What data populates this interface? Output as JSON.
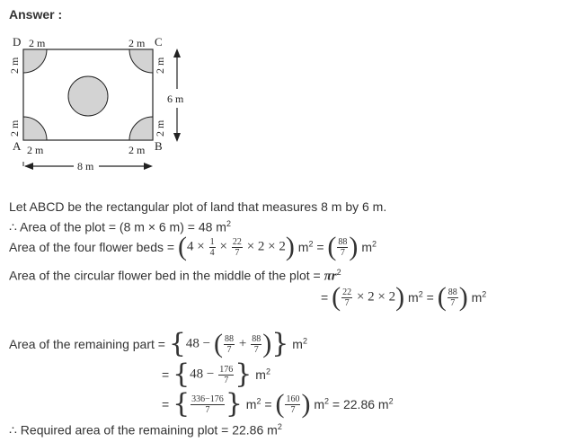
{
  "heading": "Answer :",
  "figure": {
    "labels": {
      "D": "D",
      "C": "C",
      "A": "A",
      "B": "B",
      "top_left_len": "2 m",
      "top_right_len": "2 m",
      "bottom_left_len": "2 m",
      "bottom_right_len": "2 m",
      "left_top_len": "2 m",
      "left_bottom_len": "2 m",
      "right_top_len": "2 m",
      "right_bottom_len": "2 m",
      "height": "6 m",
      "width": "8 m"
    },
    "fill_color": "#d3d3d3"
  },
  "text": {
    "line1": "Let ABCD be the rectangular plot of land that measures 8 m by 6 m.",
    "line2_prefix": "∴ Area of the plot = (8 m  × 6 m) = 48 m",
    "line3_prefix": "Area of the four flower beds = ",
    "line3_expr_a": "4 ×",
    "frac_1_4_num": "1",
    "frac_1_4_den": "4",
    "frac_22_7_num": "22",
    "frac_22_7_den": "7",
    "line3_expr_b": "× 2 × 2",
    "unit_m": "m",
    "equals": "=",
    "frac_88_7_num": "88",
    "frac_88_7_den": "7",
    "line4_prefix": "Area of the circular flower bed in the middle of the plot = ",
    "pi_r": "πr",
    "line5_expr": "× 2 × 2",
    "line6_prefix": "Area of the remaining part = ",
    "n48": "48 −",
    "plus": "+",
    "frac_176_7_num": "176",
    "frac_176_7_den": "7",
    "frac_336_num": "336−176",
    "frac_336_den": "7",
    "frac_160_num": "160",
    "frac_160_den": "7",
    "result_2286": "= 22.86 m",
    "line9": "∴ Required area of the remaining plot = 22.86 m",
    "sq": "2"
  }
}
